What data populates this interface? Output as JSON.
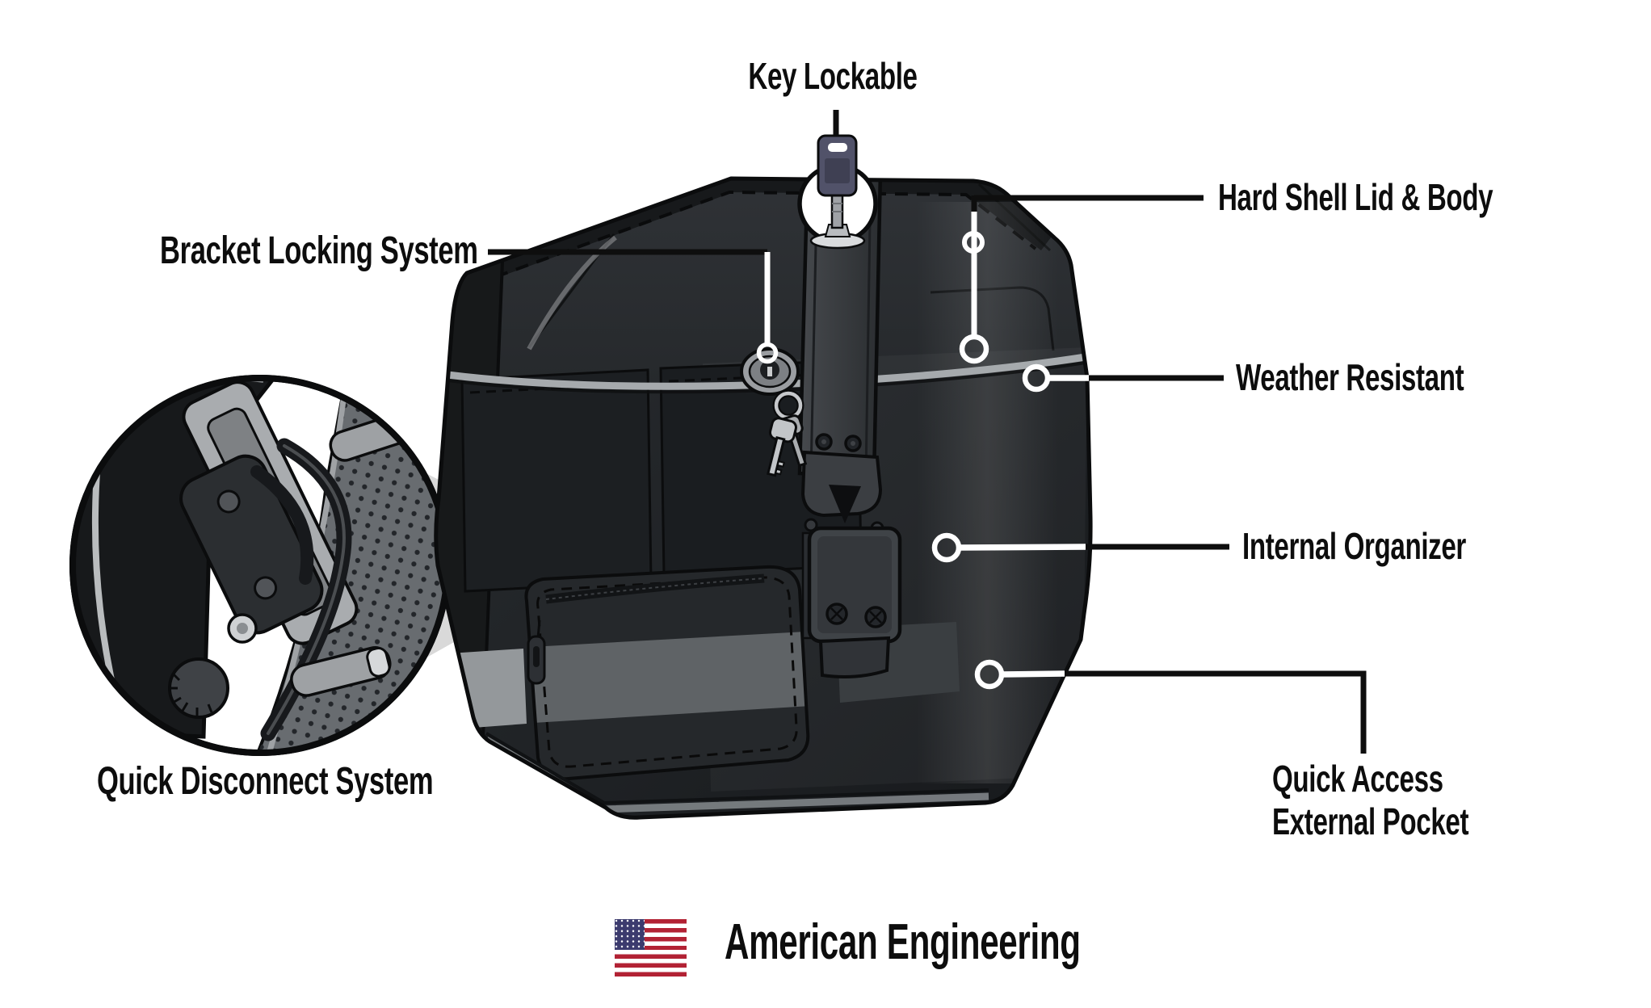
{
  "diagram": {
    "type": "product-feature-callout",
    "subject": "hard shell motorcycle saddlebag illustration"
  },
  "callouts": {
    "key_lockable": {
      "label": "Key Lockable",
      "icon": "key-icon"
    },
    "bracket_locking": {
      "label": "Bracket Locking System"
    },
    "hard_shell": {
      "label": "Hard Shell Lid & Body"
    },
    "weather_resistant": {
      "label": "Weather Resistant"
    },
    "internal_organizer": {
      "label": "Internal Organizer"
    },
    "quick_access": {
      "label_line1": "Quick Access",
      "label_line2": "External Pocket"
    },
    "quick_disconnect": {
      "label": "Quick Disconnect System",
      "icon": "quick-disconnect-detail-inset"
    }
  },
  "footer": {
    "label": "American Engineering",
    "icon": "us-flag-icon"
  },
  "colors": {
    "background": "#ffffff",
    "text": "#0d0d0d",
    "connector_line": "#0e0e0e",
    "marker_ring": "#ffffff",
    "bag_body_dark": "#1e2124",
    "bag_lid": "#2c2f33",
    "piping_gray": "#a6aaad",
    "wedge_gray": "#d9d9d9",
    "flag_red": "#B22234",
    "flag_blue": "#3C3B6E",
    "key_head": "#515269"
  }
}
